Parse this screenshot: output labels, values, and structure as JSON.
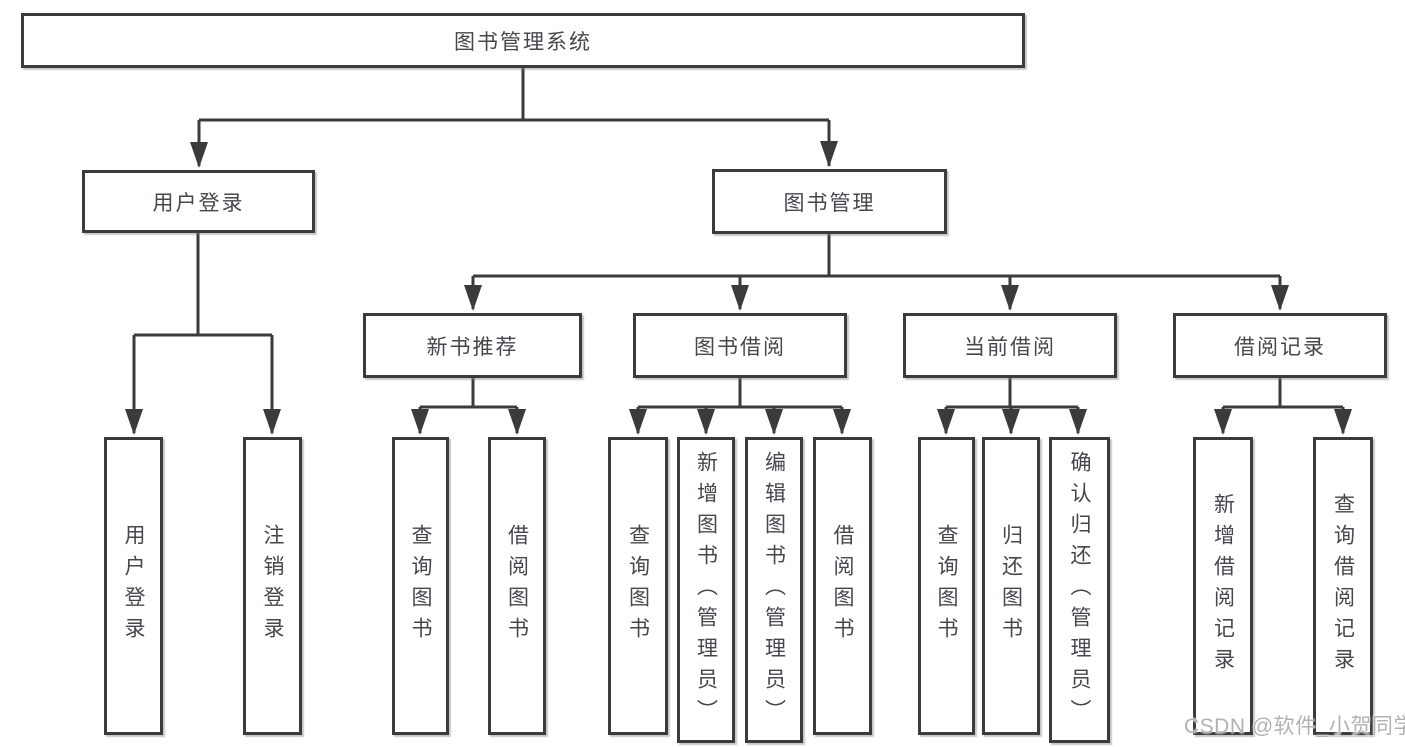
{
  "diagram": {
    "title": "图书管理系统",
    "type": "function-structure-tree",
    "colors": {
      "line": "#3b3b3b",
      "box_border": "#3b3b3b",
      "box_fill": "#ffffff",
      "text": "#44484d",
      "watermark": "#b2b2b2",
      "background": "#ffffff"
    },
    "watermark": "CSDN @软件_小贺同学",
    "tree": {
      "label": "图书管理系统",
      "children": [
        {
          "label": "用户登录",
          "children": [
            {
              "label": "用户登录"
            },
            {
              "label": "注销登录"
            }
          ]
        },
        {
          "label": "图书管理",
          "children": [
            {
              "label": "新书推荐",
              "children": [
                {
                  "label": "查询图书"
                },
                {
                  "label": "借阅图书"
                }
              ]
            },
            {
              "label": "图书借阅",
              "children": [
                {
                  "label": "查询图书"
                },
                {
                  "label": "新增图书（管理员）"
                },
                {
                  "label": "编辑图书（管理员）"
                },
                {
                  "label": "借阅图书"
                }
              ]
            },
            {
              "label": "当前借阅",
              "children": [
                {
                  "label": "查询图书"
                },
                {
                  "label": "归还图书"
                },
                {
                  "label": "确认归还（管理员）"
                }
              ]
            },
            {
              "label": "借阅记录",
              "children": [
                {
                  "label": "新增借阅记录"
                },
                {
                  "label": "查询借阅记录"
                }
              ]
            }
          ]
        }
      ]
    }
  }
}
